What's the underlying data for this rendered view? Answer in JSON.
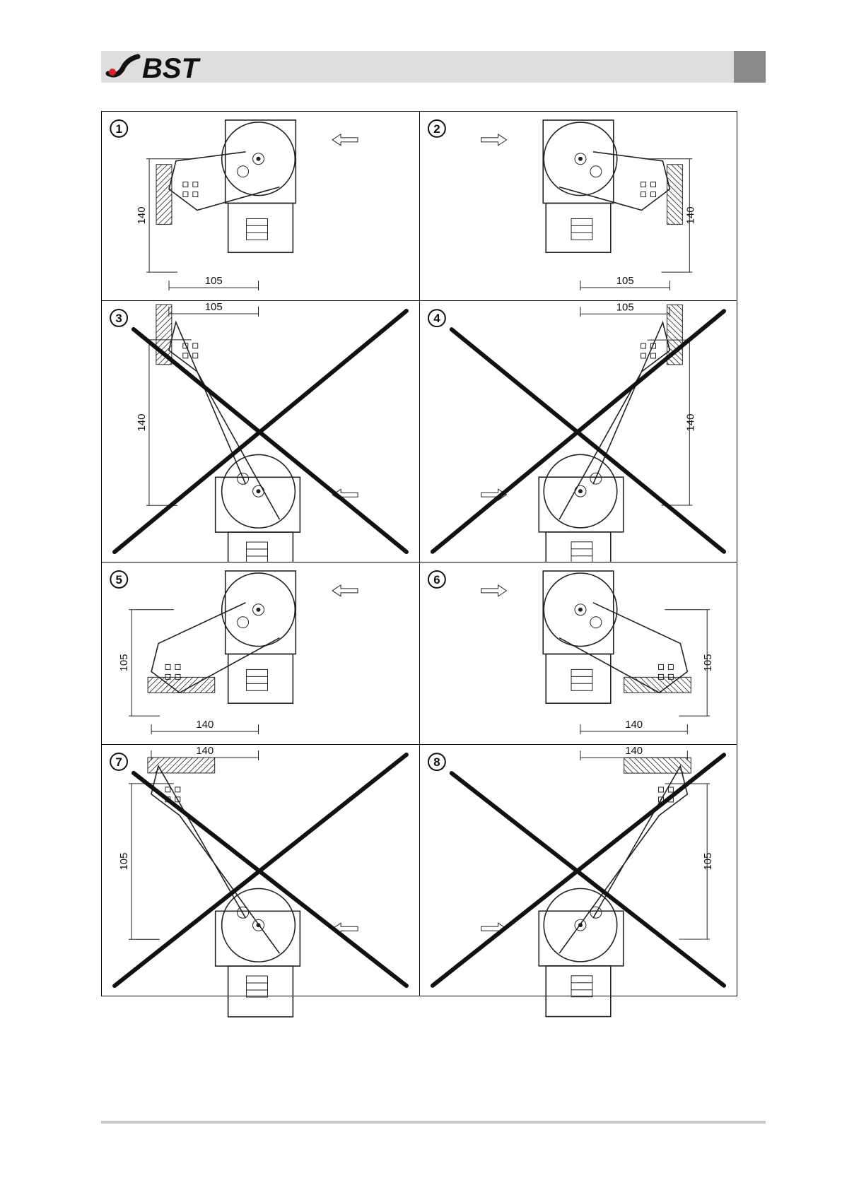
{
  "header": {
    "logo_text": "BST",
    "accent_color": "#d8232a"
  },
  "figure": {
    "panels": [
      {
        "id": "1",
        "dim_h": "105",
        "dim_v": "140",
        "mirrored": false,
        "crossed": false,
        "mount": "side"
      },
      {
        "id": "2",
        "dim_h": "105",
        "dim_v": "140",
        "mirrored": true,
        "crossed": false,
        "mount": "side"
      },
      {
        "id": "3",
        "dim_h": "105",
        "dim_v": "140",
        "mirrored": false,
        "crossed": true,
        "mount": "side"
      },
      {
        "id": "4",
        "dim_h": "105",
        "dim_v": "140",
        "mirrored": true,
        "crossed": true,
        "mount": "side"
      },
      {
        "id": "5",
        "dim_h": "140",
        "dim_v": "105",
        "mirrored": false,
        "crossed": false,
        "mount": "bottom"
      },
      {
        "id": "6",
        "dim_h": "140",
        "dim_v": "105",
        "mirrored": true,
        "crossed": false,
        "mount": "bottom"
      },
      {
        "id": "7",
        "dim_h": "140",
        "dim_v": "105",
        "mirrored": false,
        "crossed": true,
        "mount": "bottom"
      },
      {
        "id": "8",
        "dim_h": "140",
        "dim_v": "105",
        "mirrored": true,
        "crossed": true,
        "mount": "bottom"
      }
    ]
  }
}
